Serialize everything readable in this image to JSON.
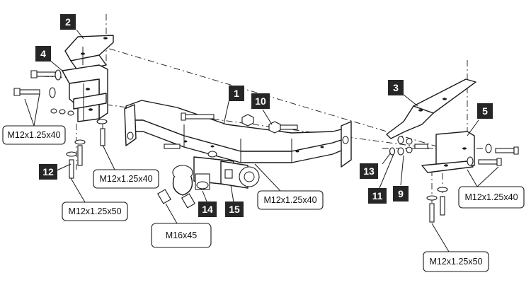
{
  "part_numbers": {
    "n1": "1",
    "n2": "2",
    "n3": "3",
    "n4": "4",
    "n5": "5",
    "n9": "9",
    "n10": "10",
    "n11": "11",
    "n12": "12",
    "n13": "13",
    "n14": "14",
    "n15": "15"
  },
  "bolt_specs": {
    "left_bracket_bolt": "M12x1.25x40",
    "left_lower_bolt": "M12x1.25x40",
    "left_vertical_bolt": "M12x1.25x50",
    "ball_bolt": "M16x45",
    "center_bolt": "M12x1.25x40",
    "right_bracket_bolt": "M12x1.25x40",
    "right_vertical_bolt": "M12x1.25x50"
  },
  "colors": {
    "line": "#1a1a1a",
    "badge": "#262626",
    "background": "#ffffff"
  }
}
